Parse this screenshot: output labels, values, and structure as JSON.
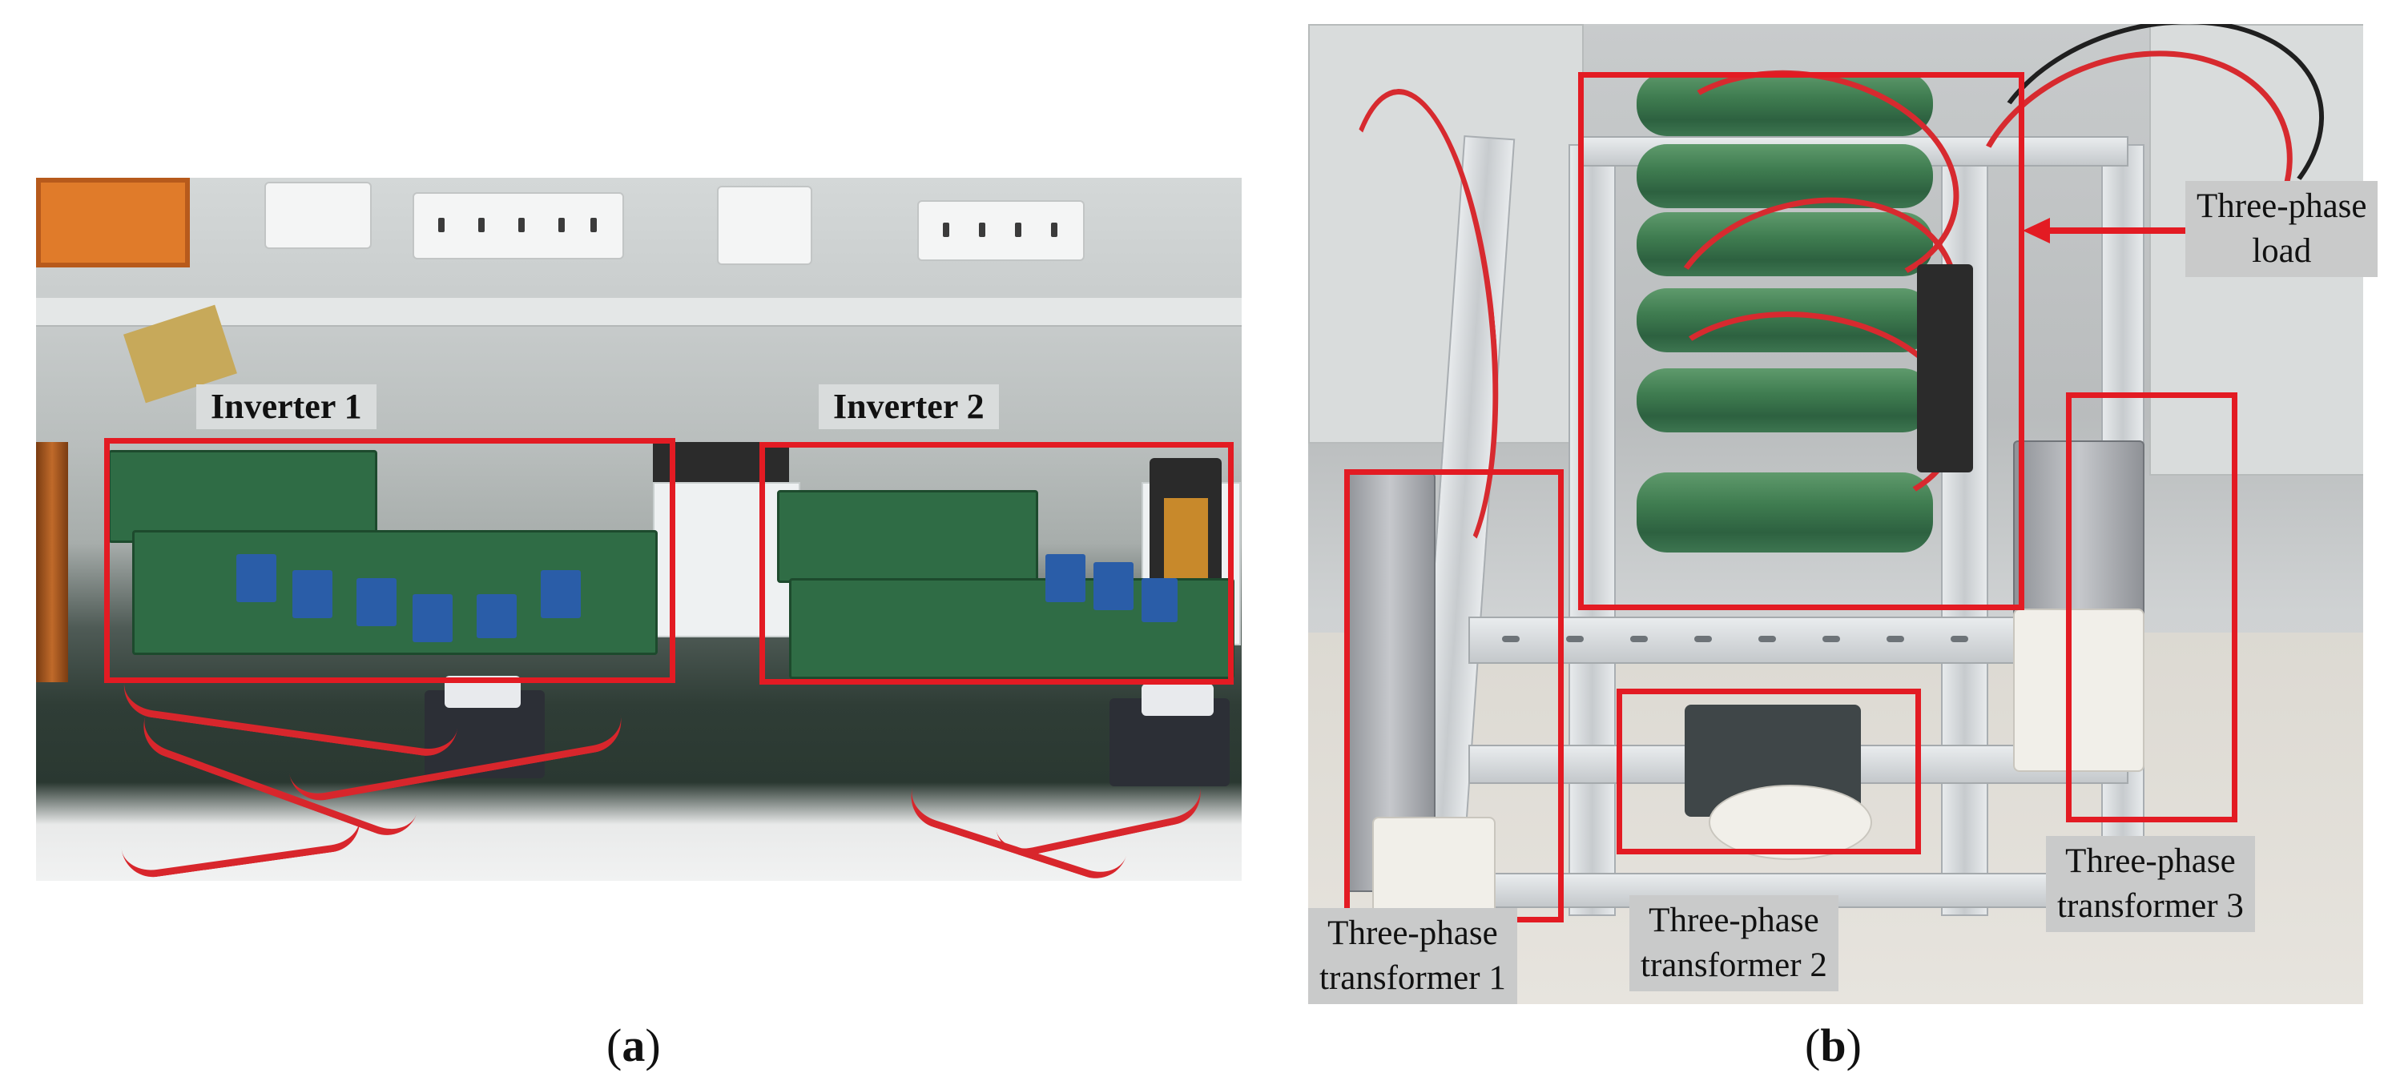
{
  "panel_a": {
    "caption": {
      "open": "(",
      "letter": "a",
      "close": ")"
    },
    "labels": {
      "inverter_1": "Inverter 1",
      "inverter_2": "Inverter 2"
    }
  },
  "panel_b": {
    "caption": {
      "open": "(",
      "letter": "b",
      "close": ")"
    },
    "labels": {
      "load": [
        "Three-phase",
        "load"
      ],
      "transformer_1": [
        "Three-phase",
        "transformer 1"
      ],
      "transformer_2": [
        "Three-phase",
        "transformer 2"
      ],
      "transformer_3": [
        "Three-phase",
        "transformer 3"
      ]
    }
  },
  "colors": {
    "highlight": "#e31b23",
    "label_bg": "#c9caca",
    "background": "#ffffff"
  }
}
